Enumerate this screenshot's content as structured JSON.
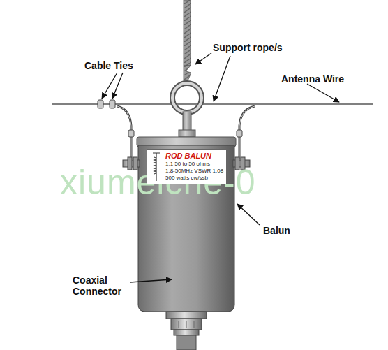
{
  "diagram": {
    "nodes": [
      {
        "text": [
          "ROD BALUN",
          "1:1 50 to 50 ohms",
          "1.8-50MHz VSWR 1.08",
          "500 watts cw/ssb"
        ]
      }
    ],
    "labels": [
      "Support rope/s",
      "Cable Ties",
      "Antenna Wire",
      "Balun",
      "Coaxial Connector",
      "xiumeiche-0"
    ]
  }
}
